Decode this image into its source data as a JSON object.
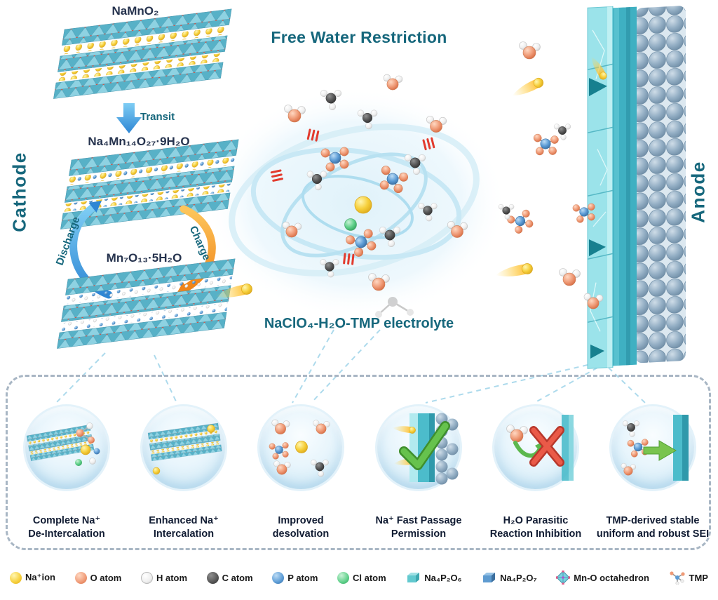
{
  "header": {
    "title": "Free Water Restriction",
    "cathode_label": "Cathode",
    "anode_label": "Anode"
  },
  "cathode": {
    "formula_top": "NaMnO₂",
    "transit_label": "Transit",
    "formula_mid": "Na₄Mn₁₄O₂₇·9H₂O",
    "discharge_label": "Discharge",
    "charge_label": "Charge",
    "formula_bottom": "Mn₇O₁₃·5H₂O"
  },
  "electrolyte": {
    "label": "NaClO₄-H₂O-TMP electrolyte"
  },
  "panel": {
    "items": [
      {
        "line1": "Complete Na⁺",
        "line2": "De-Intercalation"
      },
      {
        "line1": "Enhanced Na⁺",
        "line2": "Intercalation"
      },
      {
        "line1": "Improved",
        "line2": "desolvation"
      },
      {
        "line1": "Na⁺ Fast Passage",
        "line2": "Permission"
      },
      {
        "line1": "H₂O Parasitic",
        "line2": "Reaction Inhibition"
      },
      {
        "line1": "TMP-derived stable",
        "line2": "uniform and robust SEI"
      }
    ]
  },
  "legend": {
    "items": [
      {
        "label": "Na⁺ion"
      },
      {
        "label": "O atom"
      },
      {
        "label": "H atom"
      },
      {
        "label": "C atom"
      },
      {
        "label": "P atom"
      },
      {
        "label": "Cl atom"
      },
      {
        "label": "Na₄P₂O₆"
      },
      {
        "label": "Na₄P₂O₇"
      },
      {
        "label": "Mn-O octahedron"
      },
      {
        "label": "TMP"
      }
    ]
  },
  "colors": {
    "accent_teal": "#16677c",
    "formula_dark": "#26334e",
    "caption_dark": "#101b32",
    "arrow_blue": "#2e86d4",
    "arrow_orange": "#f08418",
    "na_yellow": "#f6cf3a",
    "o_orange": "#ef9a76",
    "h_white": "#f2f2f2",
    "c_gray": "#4a4a4a",
    "p_blue": "#5b9bd5",
    "cl_green": "#5fd08a",
    "na4p2o6_teal": "#62c9cf",
    "na4p2o7_blue": "#5e9bd0",
    "check_green": "#66c24d",
    "cross_red": "#ea5a48"
  }
}
